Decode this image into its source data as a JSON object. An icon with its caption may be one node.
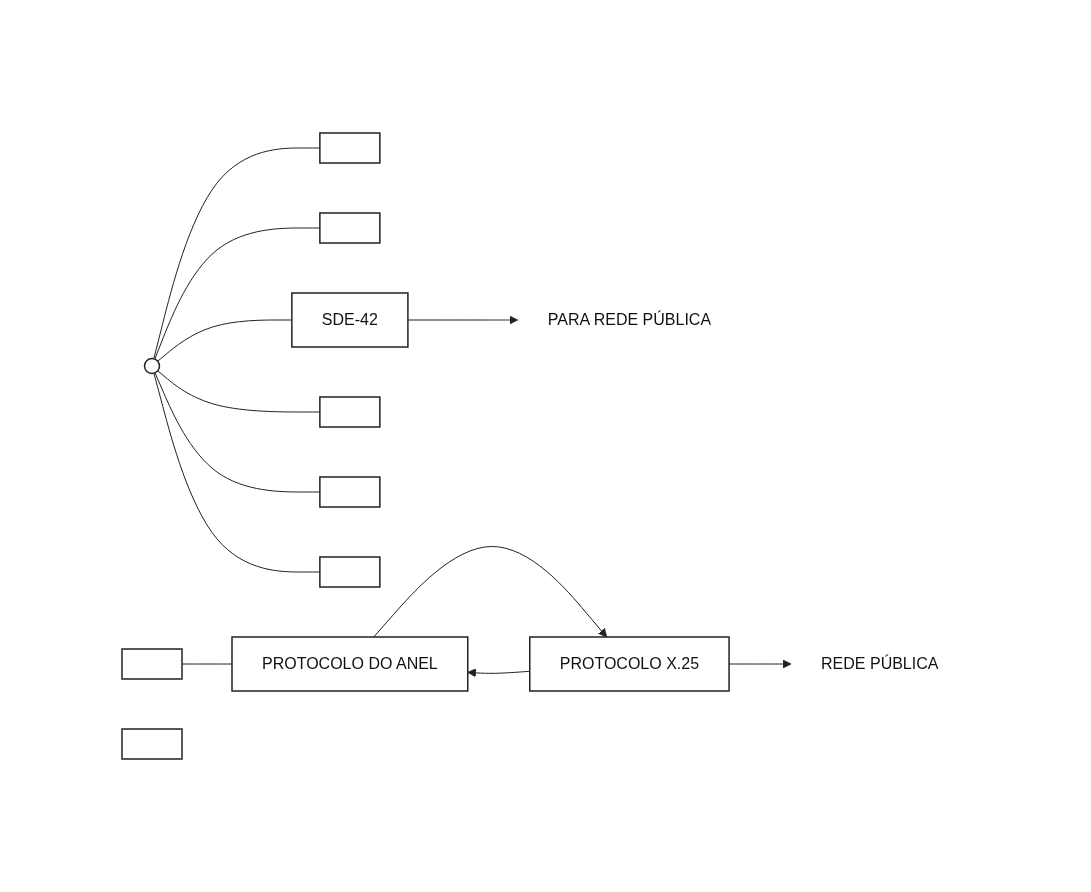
{
  "diagram": {
    "nodes": [
      {
        "text": [],
        "shape": "box"
      },
      {
        "text": [],
        "shape": "box"
      },
      {
        "text": [
          "SDE-42"
        ]
      },
      {
        "text": [],
        "shape": "circle"
      },
      {
        "text": [],
        "shape": "box"
      },
      {
        "text": [],
        "shape": "box"
      },
      {
        "text": [],
        "shape": "box"
      },
      {
        "text": [
          "PARA REDE PÚBLICA"
        ]
      },
      {
        "text": [],
        "shape": "box"
      },
      {
        "text": [
          "PROTOCOLO DO ANEL"
        ]
      },
      {
        "text": [],
        "shape": "box"
      },
      {
        "text": [
          "PROTOCOLO X.25"
        ]
      },
      {
        "text": [
          "REDE PÚBLICA"
        ]
      }
    ],
    "edges": [
      {
        "from": 3,
        "to": 0,
        "arrow": "none"
      },
      {
        "from": 3,
        "to": 1,
        "arrow": "none"
      },
      {
        "from": 3,
        "to": 2,
        "arrow": "none"
      },
      {
        "from": 3,
        "to": 4,
        "arrow": "none"
      },
      {
        "from": 3,
        "to": 5,
        "arrow": "none"
      },
      {
        "from": 3,
        "to": 6,
        "arrow": "none"
      },
      {
        "from": 2,
        "to": 7,
        "arrow": "to"
      },
      {
        "from": 8,
        "to": 9,
        "arrow": "none"
      },
      {
        "from": 9,
        "to": 11,
        "arrow": "to"
      },
      {
        "from": 11,
        "to": 9,
        "arrow": "to"
      },
      {
        "from": 11,
        "to": 12,
        "arrow": "to"
      }
    ]
  }
}
